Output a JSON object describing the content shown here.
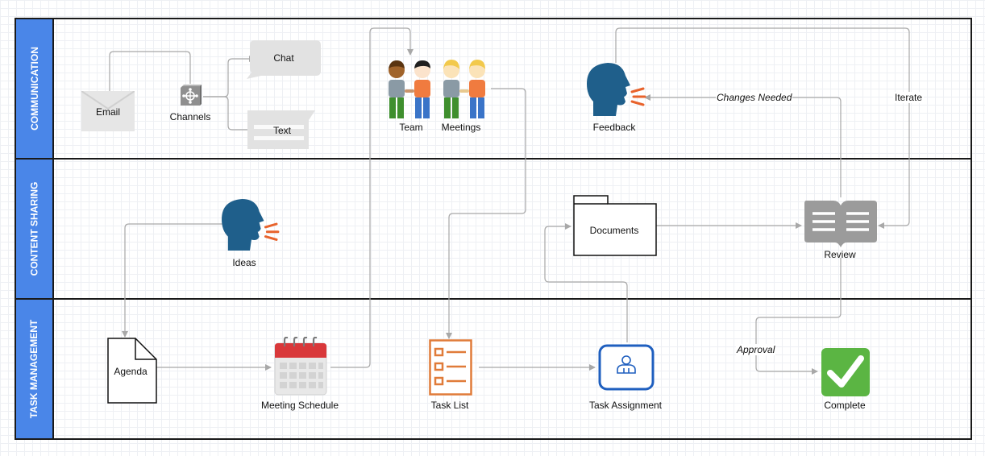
{
  "lanes": {
    "communication": "COMMUNICATION",
    "content_sharing": "CONTENT SHARING",
    "task_management": "TASK MANAGEMENT"
  },
  "nodes": {
    "email": "Email",
    "channels": "Channels",
    "chat": "Chat",
    "text": "Text",
    "team": "Team",
    "meetings": "Meetings",
    "feedback": "Feedback",
    "ideas": "Ideas",
    "documents": "Documents",
    "review": "Review",
    "agenda": "Agenda",
    "meeting_schedule": "Meeting Schedule",
    "task_list": "Task List",
    "task_assignment": "Task Assignment",
    "complete": "Complete"
  },
  "edge_labels": {
    "changes_needed": "Changes Needed",
    "iterate": "Iterate",
    "approval": "Approval"
  },
  "colors": {
    "lane_header": "#4a86e8",
    "head_icon": "#1f5f8b",
    "speech_lines": "#e8632c",
    "task_list": "#e07b39",
    "task_assignment": "#1f5fbf",
    "complete": "#5bb543",
    "calendar_top": "#d9383a",
    "connector": "#a8a8a8"
  }
}
